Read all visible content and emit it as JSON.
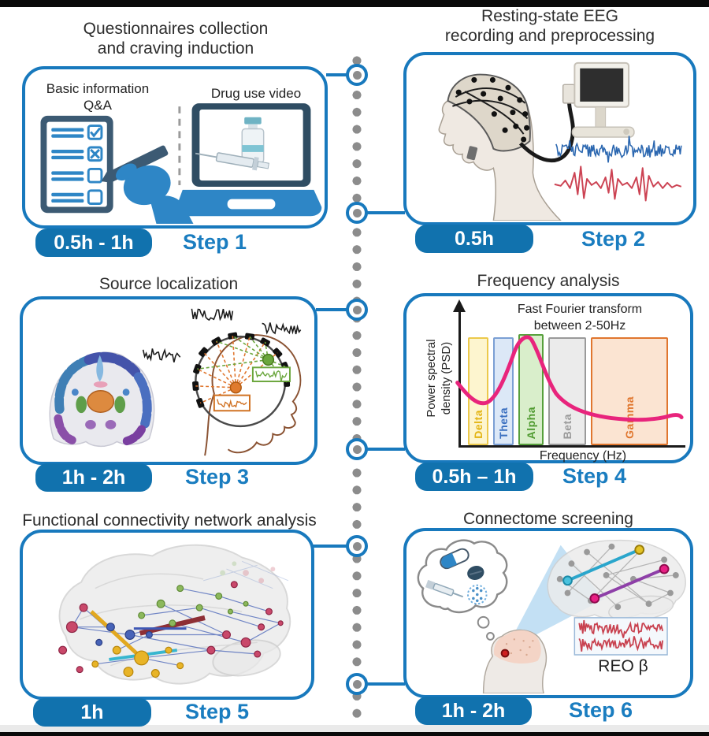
{
  "figure": {
    "background": "#ffffff",
    "frame_bar_color": "#0a0a0a",
    "accent_blue": "#1879bd",
    "badge_blue": "#1172ae",
    "timeline_dot_color": "#8c8c8c"
  },
  "steps": [
    {
      "title_line1": "Questionnaires collection",
      "title_line2": "and craving induction",
      "duration": "0.5h - 1h",
      "step_label": "Step 1",
      "panel_labels": {
        "left_line1": "Basic information",
        "left_line2": "Q&A",
        "right": "Drug use video"
      }
    },
    {
      "title_line1": "Resting-state EEG",
      "title_line2": "recording and preprocessing",
      "duration": "0.5h",
      "step_label": "Step 2"
    },
    {
      "title_line1": "Source localization",
      "duration": "1h - 2h",
      "step_label": "Step 3"
    },
    {
      "title_line1": "Frequency analysis",
      "duration": "0.5h – 1h",
      "step_label": "Step 4",
      "chart": {
        "annotation_line1": "Fast Fourier transform",
        "annotation_line2": "between 2-50Hz",
        "ylabel_line1": "Power spectral",
        "ylabel_line2": "density (PSD)",
        "xlabel": "Frequency (Hz)",
        "bands": [
          {
            "name": "Delta",
            "color": "#e3b413",
            "fill": "#fdf5cf"
          },
          {
            "name": "Theta",
            "color": "#3a6fc0",
            "fill": "#dce8f7"
          },
          {
            "name": "Alpha",
            "color": "#4e9a2e",
            "fill": "#d9eecb"
          },
          {
            "name": "Beta",
            "color": "#9a9a9a",
            "fill": "#ebebeb"
          },
          {
            "name": "Gamma",
            "color": "#e0762e",
            "fill": "#fbe4d2"
          }
        ],
        "curve_color": "#e8247c"
      }
    },
    {
      "title_line1": "Functional connectivity network analysis",
      "duration": "1h",
      "step_label": "Step 5"
    },
    {
      "title_line1": "Connectome screening",
      "duration": "1h - 2h",
      "step_label": "Step 6",
      "annotation": "REO β"
    }
  ],
  "chart_data": {
    "type": "line",
    "title": "Fast Fourier transform between 2-50Hz",
    "xlabel": "Frequency (Hz)",
    "ylabel": "Power spectral density (PSD)",
    "x_range_hz": [
      2,
      50
    ],
    "bands": [
      "Delta",
      "Theta",
      "Alpha",
      "Beta",
      "Gamma"
    ],
    "curve_norm_xy": [
      [
        0.0,
        0.55
      ],
      [
        0.12,
        0.4
      ],
      [
        0.2,
        0.45
      ],
      [
        0.3,
        0.97
      ],
      [
        0.42,
        0.55
      ],
      [
        0.55,
        0.38
      ],
      [
        0.72,
        0.3
      ],
      [
        0.9,
        0.26
      ],
      [
        1.0,
        0.28
      ]
    ],
    "grid": false,
    "legend": "none"
  }
}
